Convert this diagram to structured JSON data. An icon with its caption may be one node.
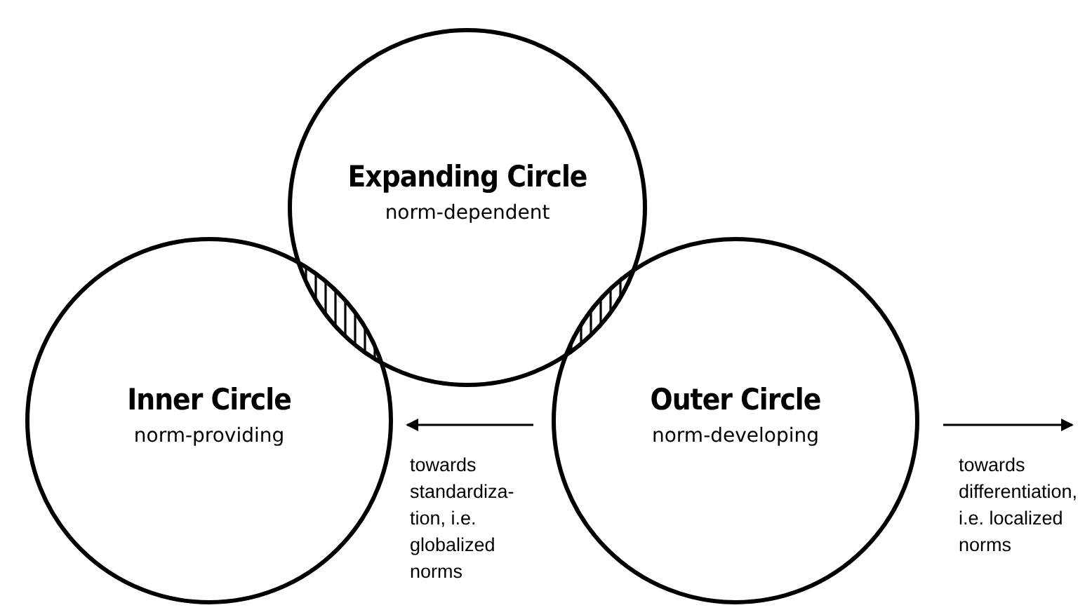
{
  "diagram": {
    "nodes": [
      {
        "text": [
          "Expanding Circle",
          "norm-dependent"
        ]
      },
      {
        "text": [
          "Inner Circle",
          "norm-providing"
        ]
      },
      {
        "text": [
          "Outer Circle",
          "norm-developing"
        ]
      }
    ],
    "edges": [],
    "labels": [
      "towards standardiza-tion, i.e. globalized norms",
      "towards differentiation, i.e. localized norms"
    ]
  }
}
